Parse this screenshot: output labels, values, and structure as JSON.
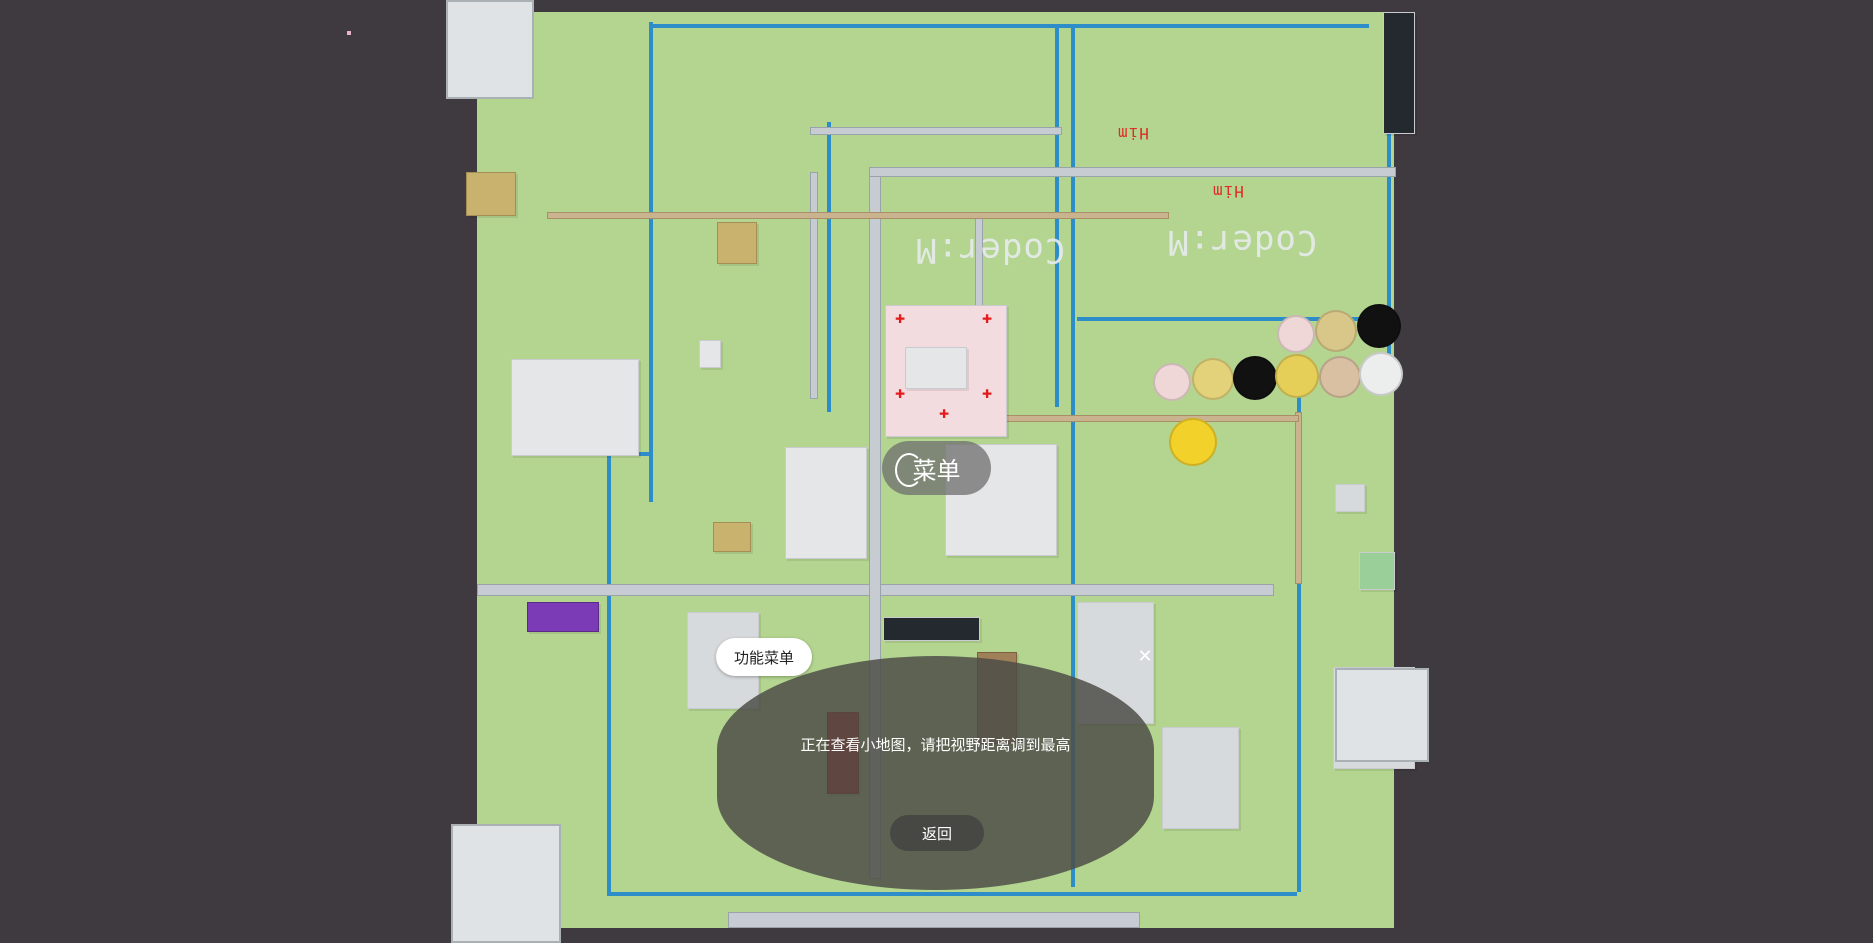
{
  "menu": {
    "label": "菜单"
  },
  "function_menu": {
    "label": "功能菜单"
  },
  "minimap_overlay": {
    "message": "正在查看小地图，请把视野距离调到最高",
    "close_glyph": "✕",
    "back_label": "返回"
  },
  "world_signs": {
    "sign_a": "Coder:M",
    "sign_b": "Coder:M",
    "sign_red_a": "Him",
    "sign_red_b": "Him"
  },
  "colors": {
    "background": "#3f3a40",
    "grass": "#b3d58f",
    "pipe": "#2d8dc9",
    "road": "#c7ccd2"
  }
}
